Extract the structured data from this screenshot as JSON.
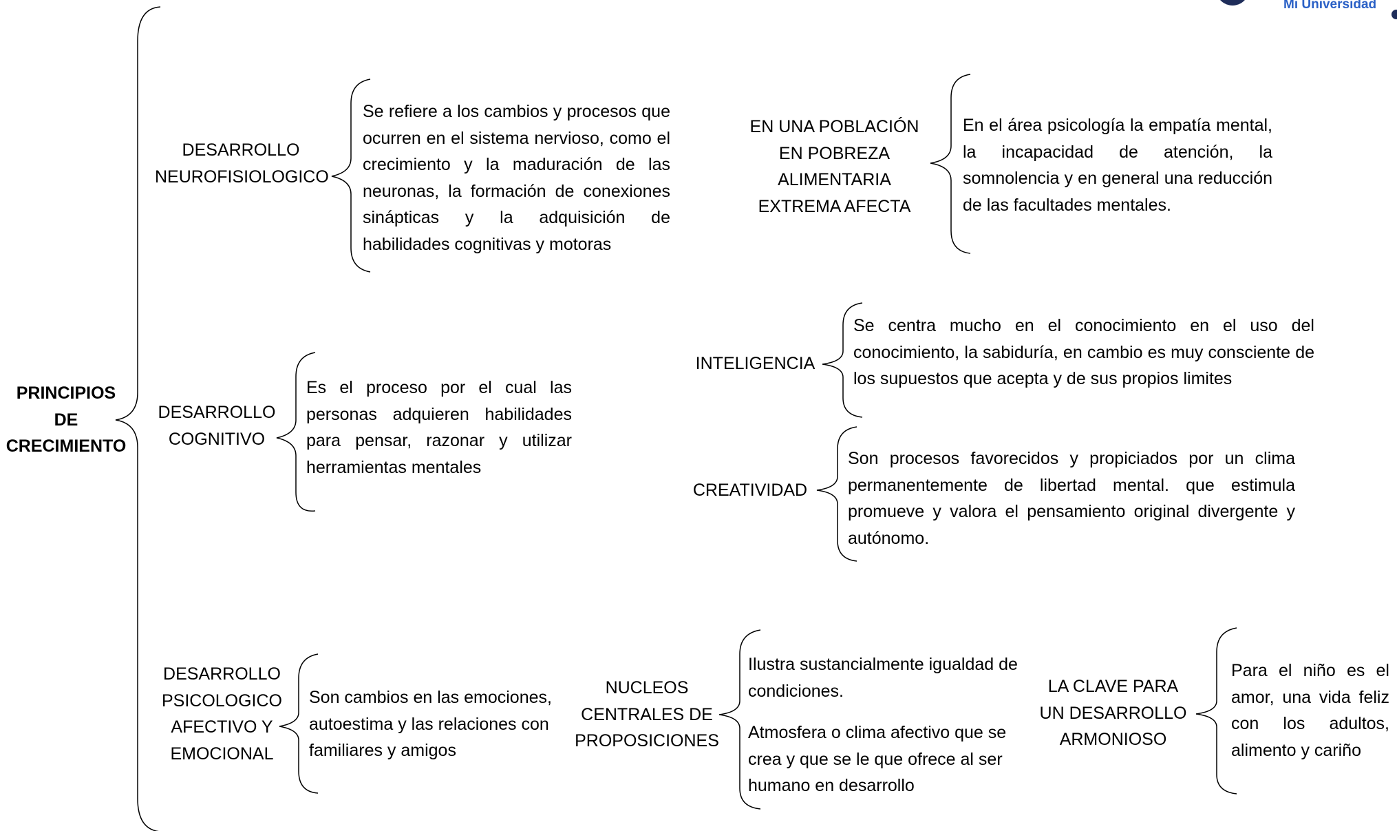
{
  "logo": {
    "text": "Mi Universidad"
  },
  "root": {
    "lines": [
      "PRINCIPIOS",
      "DE",
      "CRECIMIENTO"
    ]
  },
  "neuro": {
    "label": [
      "DESARROLLO",
      "NEUROFISIOLOGICO"
    ],
    "description": "Se refiere a los cambios y procesos que ocurren en el sistema nervioso, como el crecimiento y la maduración de las neuronas, la formación de conexiones sinápticas y la adquisición de habilidades cognitivas y motoras"
  },
  "pobreza": {
    "label": [
      "EN UNA POBLACIÓN",
      "EN POBREZA",
      "ALIMENTARIA",
      "EXTREMA AFECTA"
    ],
    "description": "En el área psicología la empatía mental, la incapacidad de atención, la somnolencia y en general una reducción de las facultades mentales."
  },
  "cognitivo": {
    "label": [
      "DESARROLLO",
      "COGNITIVO"
    ],
    "description": "Es el proceso por el cual las personas adquieren habilidades para pensar, razonar y utilizar herramientas mentales"
  },
  "inteligencia": {
    "label": "INTELIGENCIA",
    "description": "Se centra mucho en el conocimiento en el uso del conocimiento, la sabiduría, en cambio es muy consciente de los supuestos que acepta y de sus propios limites"
  },
  "creatividad": {
    "label": "CREATIVIDAD",
    "description": "Son procesos favorecidos y propiciados por un clima permanentemente de libertad mental. que estimula promueve y valora el pensamiento original divergente y autónomo."
  },
  "afectivo": {
    "label": [
      "DESARROLLO",
      "PSICOLOGICO",
      "AFECTIVO Y",
      "EMOCIONAL"
    ],
    "description": "Son cambios en las emociones, autoestima y las relaciones con familiares y amigos"
  },
  "nucleos": {
    "label": [
      "NUCLEOS",
      "CENTRALES DE",
      "PROPOSICIONES"
    ],
    "items": [
      "Ilustra sustancialmente igualdad de condiciones.",
      "Atmosfera o clima afectivo que se crea y que se le que ofrece al ser humano en desarrollo"
    ]
  },
  "clave": {
    "label": [
      "LA CLAVE PARA",
      "UN DESARROLLO",
      "ARMONIOSO"
    ],
    "description": "Para el niño es el amor, una vida feliz con los adultos, alimento y cariño"
  }
}
